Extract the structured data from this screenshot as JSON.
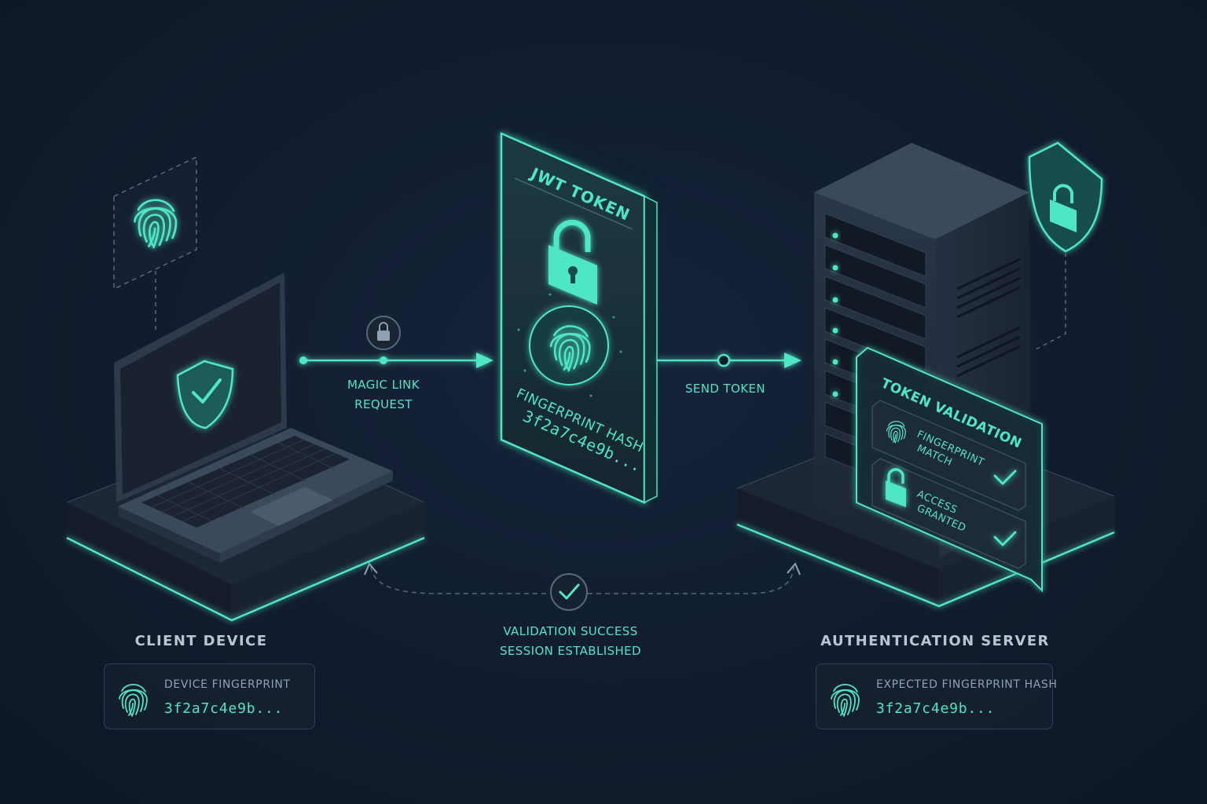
{
  "colors": {
    "background": "#111c2e",
    "accent": "#4fe6c6",
    "panel": "#1c2838",
    "muted_text": "#8fa1b3",
    "title_text": "#b7c6d3"
  },
  "flows": {
    "magic_link_line1": "MAGIC LINK",
    "magic_link_line2": "REQUEST",
    "send_token": "SEND TOKEN",
    "validation_line1": "VALIDATION SUCCESS",
    "validation_line2": "SESSION ESTABLISHED"
  },
  "token_card": {
    "title": "JWT TOKEN",
    "hash_label": "FINGERPRINT HASH",
    "hash_value": "3f2a7c4e9b..."
  },
  "validation_panel": {
    "title": "TOKEN VALIDATION",
    "row1_line1": "FINGERPRINT",
    "row1_line2": "MATCH",
    "row2_line1": "ACCESS",
    "row2_line2": "GRANTED"
  },
  "client": {
    "title": "CLIENT DEVICE",
    "caption": "DEVICE FINGERPRINT",
    "hash": "3f2a7c4e9b..."
  },
  "server": {
    "title": "AUTHENTICATION SERVER",
    "caption": "EXPECTED FINGERPRINT HASH",
    "hash": "3f2a7c4e9b..."
  },
  "icons": [
    "fingerprint-icon",
    "lock-icon",
    "shield-check-icon",
    "shield-lock-icon",
    "check-icon",
    "laptop-icon",
    "server-icon"
  ]
}
